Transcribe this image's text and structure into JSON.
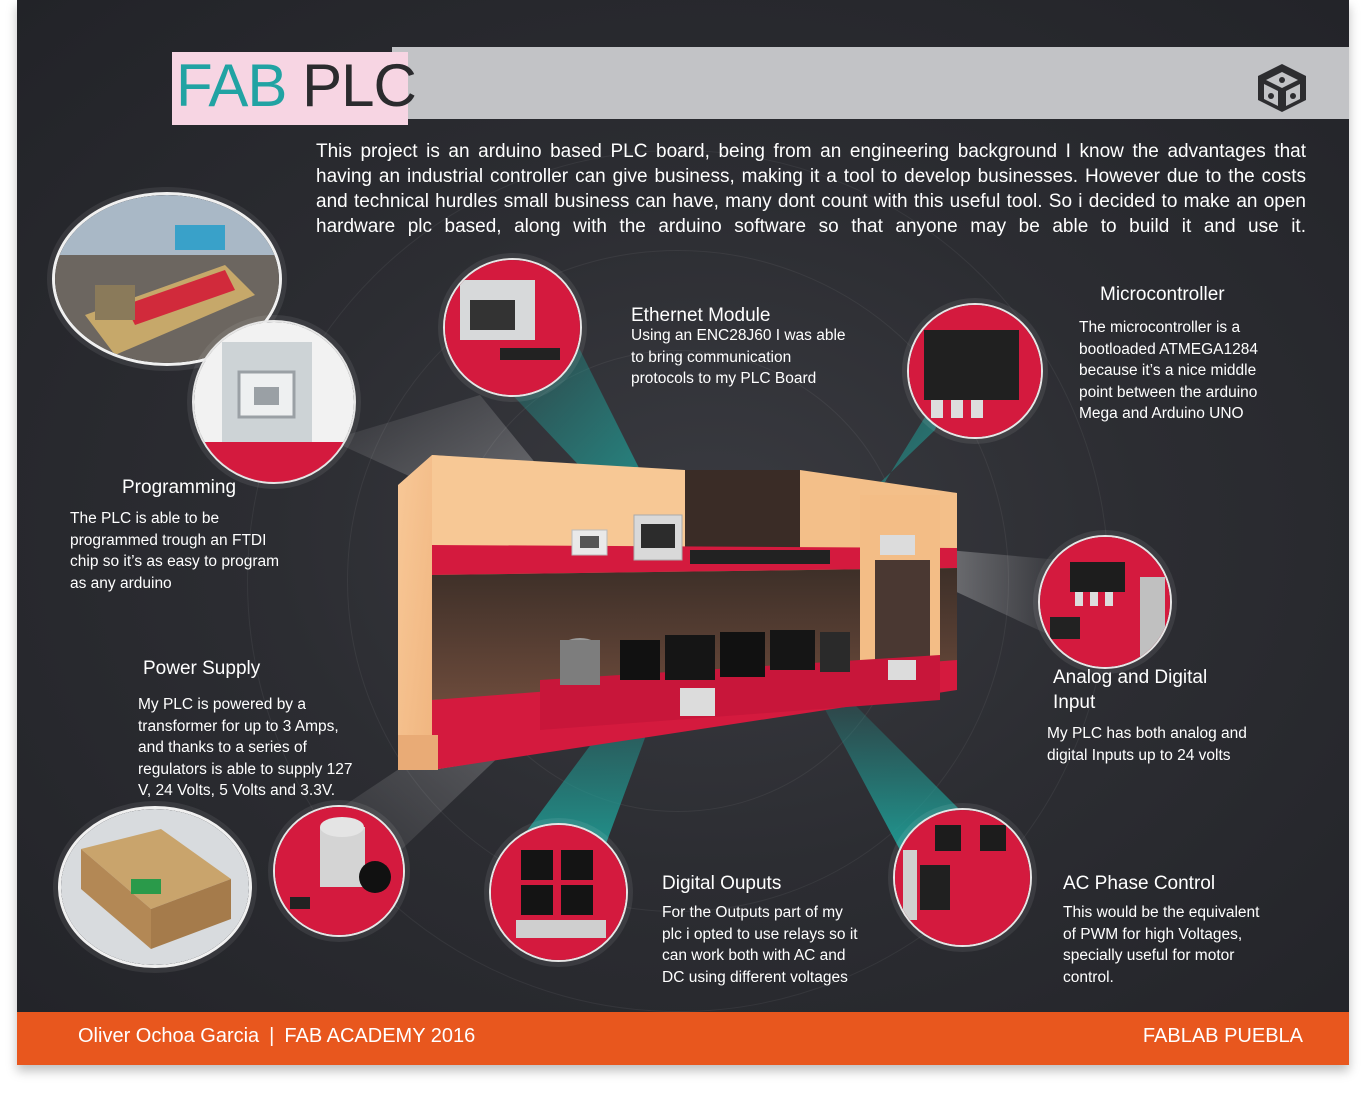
{
  "title": {
    "part1": "FAB",
    "part2": "PLC"
  },
  "intro": "This project is an arduino based PLC board, being from an engineering background I know the advantages that having an industrial controller can give business, making it a tool to develop businesses. However due to the costs and technical hurdles small business can have, many dont count with this useful tool. So i decided to make an open hardware plc based, along with the arduino software so that anyone may be able to build it and use it.",
  "sections": {
    "ethernet": {
      "title": "Ethernet Module",
      "lines": [
        "Using an ENC28J60 I was able",
        "to bring communication",
        "protocols to my PLC Board"
      ]
    },
    "microcontroller": {
      "title": "Microcontroller",
      "lines": [
        "The microcontroller is a",
        "bootloaded ATMEGA1284",
        "because it’s a nice middle",
        "point between the arduino",
        "Mega and Arduino UNO"
      ]
    },
    "programming": {
      "title": "Programming",
      "lines": [
        "The PLC is able to be",
        "programmed trough an FTDI",
        "chip so it’s as easy to program",
        "as any arduino"
      ]
    },
    "power": {
      "title": "Power Supply",
      "lines": [
        "My PLC is powered by a",
        "transformer for up to 3 Amps,",
        "and thanks to a series of",
        "regulators is  able to supply 127",
        "V, 24 Volts, 5 Volts and 3.3V."
      ]
    },
    "analog": {
      "title_lines": [
        "Analog and Digital",
        "Input"
      ],
      "lines": [
        "My PLC has both analog and",
        "digital Inputs up to 24 volts"
      ]
    },
    "outputs": {
      "title": "Digital Ouputs",
      "lines": [
        "For the Outputs part of my",
        "plc i opted to use relays so it",
        "can work both with AC and",
        "DC using different voltages"
      ]
    },
    "acphase": {
      "title": "AC Phase Control",
      "lines": [
        "This would be the equivalent",
        "of PWM for high Voltages,",
        "specially useful for motor",
        "control."
      ]
    }
  },
  "footer": {
    "author": "Oliver Ochoa Garcia",
    "separator": "|",
    "program": "FAB ACADEMY 2016",
    "lab": "FABLAB PUEBLA"
  },
  "icons": {
    "logo": "fab-lab-cube-logo",
    "usb": "usb-b-port-icon",
    "ethernet": "rj45-jack-icon",
    "chip": "ic-chip-icon",
    "capacitor": "capacitor-icon",
    "relay": "relay-icon",
    "triac": "transistor-icon"
  },
  "colors": {
    "background": "#2c2d32",
    "accent_teal": "#21a3a3",
    "footer": "#e8571e",
    "title_box": "#f7d5e3",
    "pcb_red": "#d41a3e",
    "enclosure": "#f6c08e"
  }
}
